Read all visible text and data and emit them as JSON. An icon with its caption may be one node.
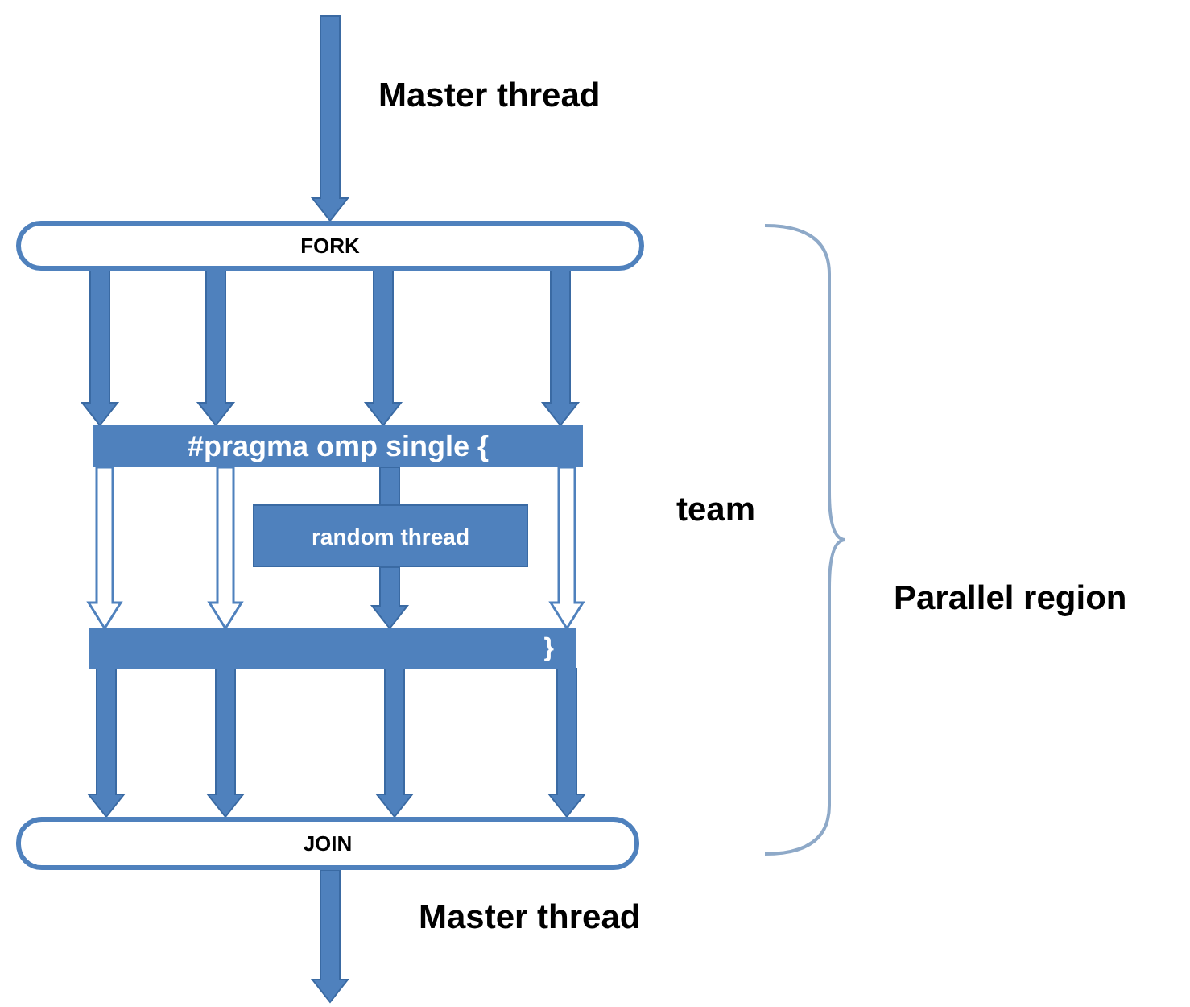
{
  "diagram": {
    "nodes": [
      {
        "text": [
          "FORK"
        ]
      },
      {
        "text": [
          "#pragma omp single {"
        ]
      },
      {
        "text": [
          "random thread"
        ]
      },
      {
        "text": [
          "}"
        ]
      },
      {
        "text": [
          "JOIN"
        ]
      }
    ],
    "edges": [
      {
        "from": null,
        "to": 0,
        "arrow": "to",
        "label": "Master thread"
      },
      {
        "from": 0,
        "to": 1,
        "arrow": "to"
      },
      {
        "from": 0,
        "to": 1,
        "arrow": "to"
      },
      {
        "from": 0,
        "to": 1,
        "arrow": "to"
      },
      {
        "from": 0,
        "to": 1,
        "arrow": "to"
      },
      {
        "from": 1,
        "to": 3,
        "arrow": "to",
        "color": "#ffffff"
      },
      {
        "from": 1,
        "to": 3,
        "arrow": "to",
        "color": "#ffffff"
      },
      {
        "from": 1,
        "to": 2,
        "arrow": "none"
      },
      {
        "from": 1,
        "to": 3,
        "arrow": "to",
        "color": "#ffffff"
      },
      {
        "from": 2,
        "to": 3,
        "arrow": "to"
      },
      {
        "from": 3,
        "to": 4,
        "arrow": "to"
      },
      {
        "from": 3,
        "to": 4,
        "arrow": "to"
      },
      {
        "from": 3,
        "to": 4,
        "arrow": "to"
      },
      {
        "from": 3,
        "to": 4,
        "arrow": "to"
      },
      {
        "from": 4,
        "to": null,
        "arrow": "to",
        "label": "Master thread"
      }
    ],
    "labels": [
      "team",
      "Parallel region"
    ]
  }
}
